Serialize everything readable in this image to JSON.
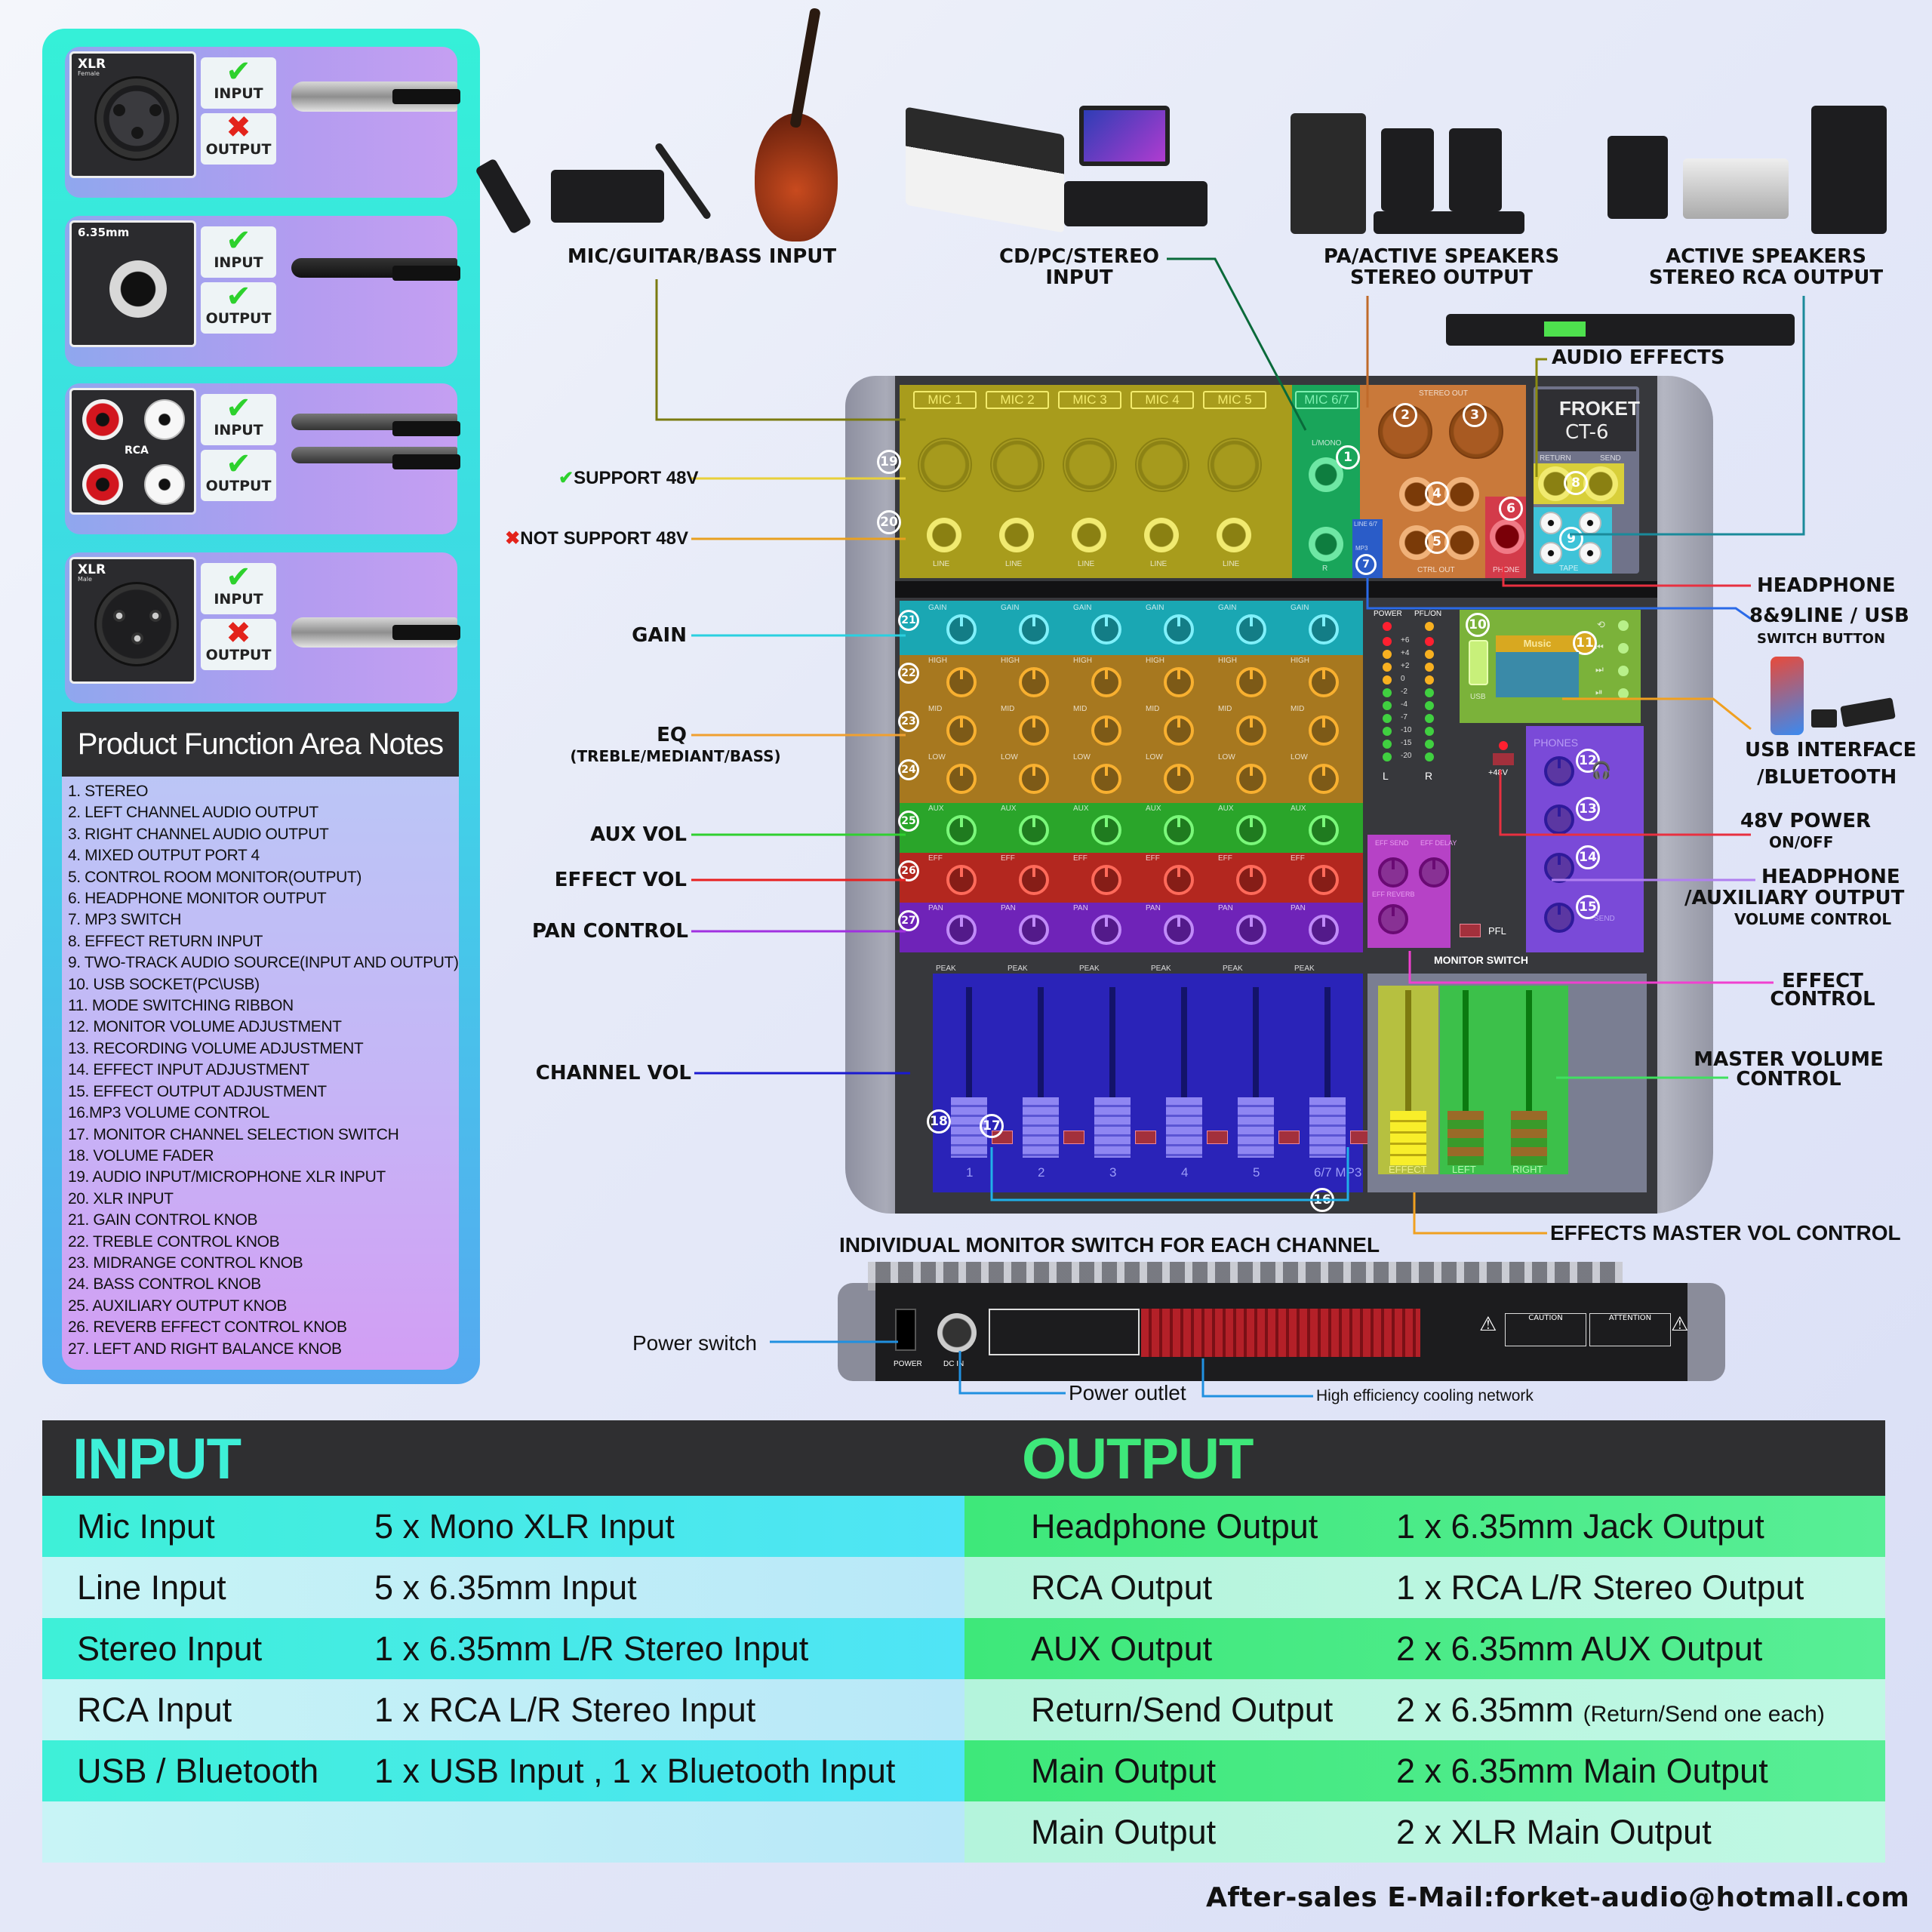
{
  "connector_panel": {
    "cards": [
      {
        "type": "XLR",
        "subtype": "Female",
        "icon": "xlr-female-socket-icon",
        "input": {
          "label": "INPUT",
          "supported": true
        },
        "output": {
          "label": "OUTPUT",
          "supported": false
        }
      },
      {
        "type": "6.35mm",
        "subtype": "",
        "icon": "quarter-inch-jack-icon",
        "input": {
          "label": "INPUT",
          "supported": true
        },
        "output": {
          "label": "OUTPUT",
          "supported": true
        }
      },
      {
        "type": "RCA",
        "subtype": "",
        "icon": "rca-socket-pair-icon",
        "input": {
          "label": "INPUT",
          "supported": true
        },
        "output": {
          "label": "OUTPUT",
          "supported": true
        }
      },
      {
        "type": "XLR",
        "subtype": "Male",
        "icon": "xlr-male-socket-icon",
        "input": {
          "label": "INPUT",
          "supported": true
        },
        "output": {
          "label": "OUTPUT",
          "supported": false
        }
      }
    ],
    "marks": {
      "ok": "✔",
      "no": "✖"
    }
  },
  "notes": {
    "title": "Product Function Area Notes",
    "items": [
      "1. STEREO",
      "2. LEFT CHANNEL AUDIO OUTPUT",
      "3. RIGHT CHANNEL AUDIO OUTPUT",
      "4. MIXED OUTPUT PORT 4",
      "5. CONTROL ROOM MONITOR(OUTPUT)",
      "6. HEADPHONE MONITOR OUTPUT",
      "7. MP3 SWITCH",
      "8. EFFECT RETURN INPUT",
      "9. TWO-TRACK AUDIO SOURCE(INPUT AND OUTPUT)",
      "10. USB SOCKET(PC\\USB)",
      "11. MODE SWITCHING RIBBON",
      "12. MONITOR VOLUME ADJUSTMENT",
      "13. RECORDING VOLUME ADJUSTMENT",
      "14. EFFECT INPUT ADJUSTMENT",
      "15. EFFECT OUTPUT ADJUSTMENT",
      "16.MP3 VOLUME CONTROL",
      "17. MONITOR CHANNEL SELECTION SWITCH",
      "18. VOLUME FADER",
      "19. AUDIO INPUT/MICROPHONE XLR INPUT",
      "20. XLR INPUT",
      "21. GAIN CONTROL KNOB",
      "22. TREBLE CONTROL KNOB",
      "23. MIDRANGE CONTROL KNOB",
      "24. BASS CONTROL KNOB",
      "25. AUXILIARY OUTPUT KNOB",
      "26. REVERB EFFECT CONTROL KNOB",
      "27. LEFT AND RIGHT BALANCE KNOB"
    ]
  },
  "top_labels": {
    "mic_guitar_bass": "MIC/GUITAR/BASS INPUT",
    "cd_pc_stereo_1": "CD/PC/STEREO",
    "cd_pc_stereo_2": "INPUT",
    "pa_speakers_1": "PA/ACTIVE SPEAKERS",
    "pa_speakers_2": "STEREO OUTPUT",
    "rca_speakers_1": "ACTIVE SPEAKERS",
    "rca_speakers_2": "STEREO RCA OUTPUT",
    "audio_effects": "AUDIO EFFECTS"
  },
  "left_labels": {
    "support_48v": "SUPPORT 48V",
    "not_support_48v": "NOT SUPPORT 48V",
    "gain": "GAIN",
    "eq": "EQ",
    "eq_sub": "(TREBLE/MEDIANT/BASS)",
    "aux_vol": "AUX VOL",
    "effect_vol": "EFFECT VOL",
    "pan_control": "PAN CONTROL",
    "channel_vol": "CHANNEL VOL"
  },
  "right_labels": {
    "headphone": "HEADPHONE",
    "line_usb_1": "8&9LINE / USB",
    "line_usb_2": "SWITCH BUTTON",
    "usb_bt_1": "USB INTERFACE",
    "usb_bt_2": "/BLUETOOTH",
    "power48_1": "48V POWER",
    "power48_2": "ON/OFF",
    "hp_aux_1": "HEADPHONE",
    "hp_aux_2": "/AUXILIARY OUTPUT",
    "hp_aux_3": "VOLUME CONTROL",
    "effect_ctrl_1": "EFFECT",
    "effect_ctrl_2": "CONTROL",
    "master_1": "MASTER VOLUME",
    "master_2": "CONTROL"
  },
  "bottom_labels": {
    "monitor_each": "INDIVIDUAL MONITOR SWITCH FOR EACH CHANNEL",
    "effects_master": "EFFECTS MASTER VOL CONTROL",
    "power_switch": "Power switch",
    "power_outlet": "Power outlet",
    "cooling": "High efficiency cooling network",
    "rear_power": "POWER",
    "rear_dcin": "DC IN",
    "caution": "CAUTION",
    "attention": "ATTENTION"
  },
  "mixer": {
    "brand": "FROKET",
    "model": "CT-6",
    "mic_tabs": [
      "MIC 1",
      "MIC 2",
      "MIC 3",
      "MIC 4",
      "MIC 5",
      "MIC 6/7"
    ],
    "line_label": "LINE",
    "lmono": "L/MONO",
    "r_label": "R",
    "stereo_out": "STEREO OUT",
    "ctrl_out": "CTRL OUT",
    "phone": "PHONE",
    "return": "RETURN",
    "send": "SEND",
    "tape": "TAPE",
    "line67": "LINE 6/7",
    "mp3": "MP3",
    "row_labels": {
      "gain": "GAIN",
      "high": "HIGH",
      "mid": "MID",
      "low": "LOW",
      "aux": "AUX",
      "eff": "EFF",
      "pan": "PAN"
    },
    "meter": {
      "power": "POWER",
      "pfl_on": "PFL/ON",
      "levels": [
        "+6",
        "+4",
        "+2",
        "0",
        "-2",
        "-4",
        "-7",
        "-10",
        "-15",
        "-20"
      ],
      "l": "L",
      "r": "R"
    },
    "plus48v": "+48V",
    "usb": "USB",
    "music": "Music",
    "phones": "PHONES",
    "eff_send": "EFF SEND",
    "eff_delay": "EFF DELAY",
    "eff_reverb": "EFF REVERB",
    "pfl": "PFL",
    "monitor_switch": "MONITOR SWITCH",
    "peak": "PEAK",
    "channel_numbers": [
      "1",
      "2",
      "3",
      "4",
      "5",
      "6/7 MP3"
    ],
    "master_faders": [
      "EFFECT",
      "LEFT",
      "RIGHT"
    ],
    "callouts": [
      "1",
      "2",
      "3",
      "4",
      "5",
      "6",
      "7",
      "8",
      "9",
      "10",
      "11",
      "12",
      "13",
      "14",
      "15",
      "16",
      "17",
      "18",
      "19",
      "20",
      "21",
      "22",
      "23",
      "24",
      "25",
      "26",
      "27"
    ]
  },
  "spec_table": {
    "input_title": "INPUT",
    "output_title": "OUTPUT",
    "input_rows": [
      {
        "name": "Mic Input",
        "value": "5 x Mono XLR Input"
      },
      {
        "name": "Line Input",
        "value": "5 x 6.35mm Input"
      },
      {
        "name": "Stereo Input",
        "value": "1 x 6.35mm L/R Stereo Input"
      },
      {
        "name": "RCA Input",
        "value": "1 x RCA L/R Stereo Input"
      },
      {
        "name": "USB / Bluetooth",
        "value": "1 x USB Input , 1 x Bluetooth Input"
      }
    ],
    "output_rows": [
      {
        "name": "Headphone Output",
        "value": "1 x 6.35mm Jack Output",
        "note": ""
      },
      {
        "name": "RCA Output",
        "value": "1 x RCA L/R Stereo Output",
        "note": ""
      },
      {
        "name": "AUX Output",
        "value": "2 x 6.35mm AUX Output",
        "note": ""
      },
      {
        "name": "Return/Send Output",
        "value": "2 x 6.35mm",
        "note": "(Return/Send one each)"
      },
      {
        "name": "Main Output",
        "value": "2 x 6.35mm Main Output",
        "note": ""
      },
      {
        "name": "Main Output",
        "value": "2 x XLR Main Output",
        "note": ""
      }
    ]
  },
  "footer": {
    "email_line": "After-sales E-Mail:forket-audio@hotmall.com"
  },
  "colors": {
    "input_accent": "#3ef0d8",
    "output_accent": "#3ee87a",
    "mic_zone": "#a89c1c",
    "stereo_zone": "#19a55a",
    "out_zone": "#c9793a",
    "gain_row": "#1aa7b3",
    "eq_row": "#a7781f",
    "aux_row": "#2aa52a",
    "eff_row": "#b3271f",
    "pan_row": "#6f23b8",
    "fader_zone": "#2a23b8"
  }
}
